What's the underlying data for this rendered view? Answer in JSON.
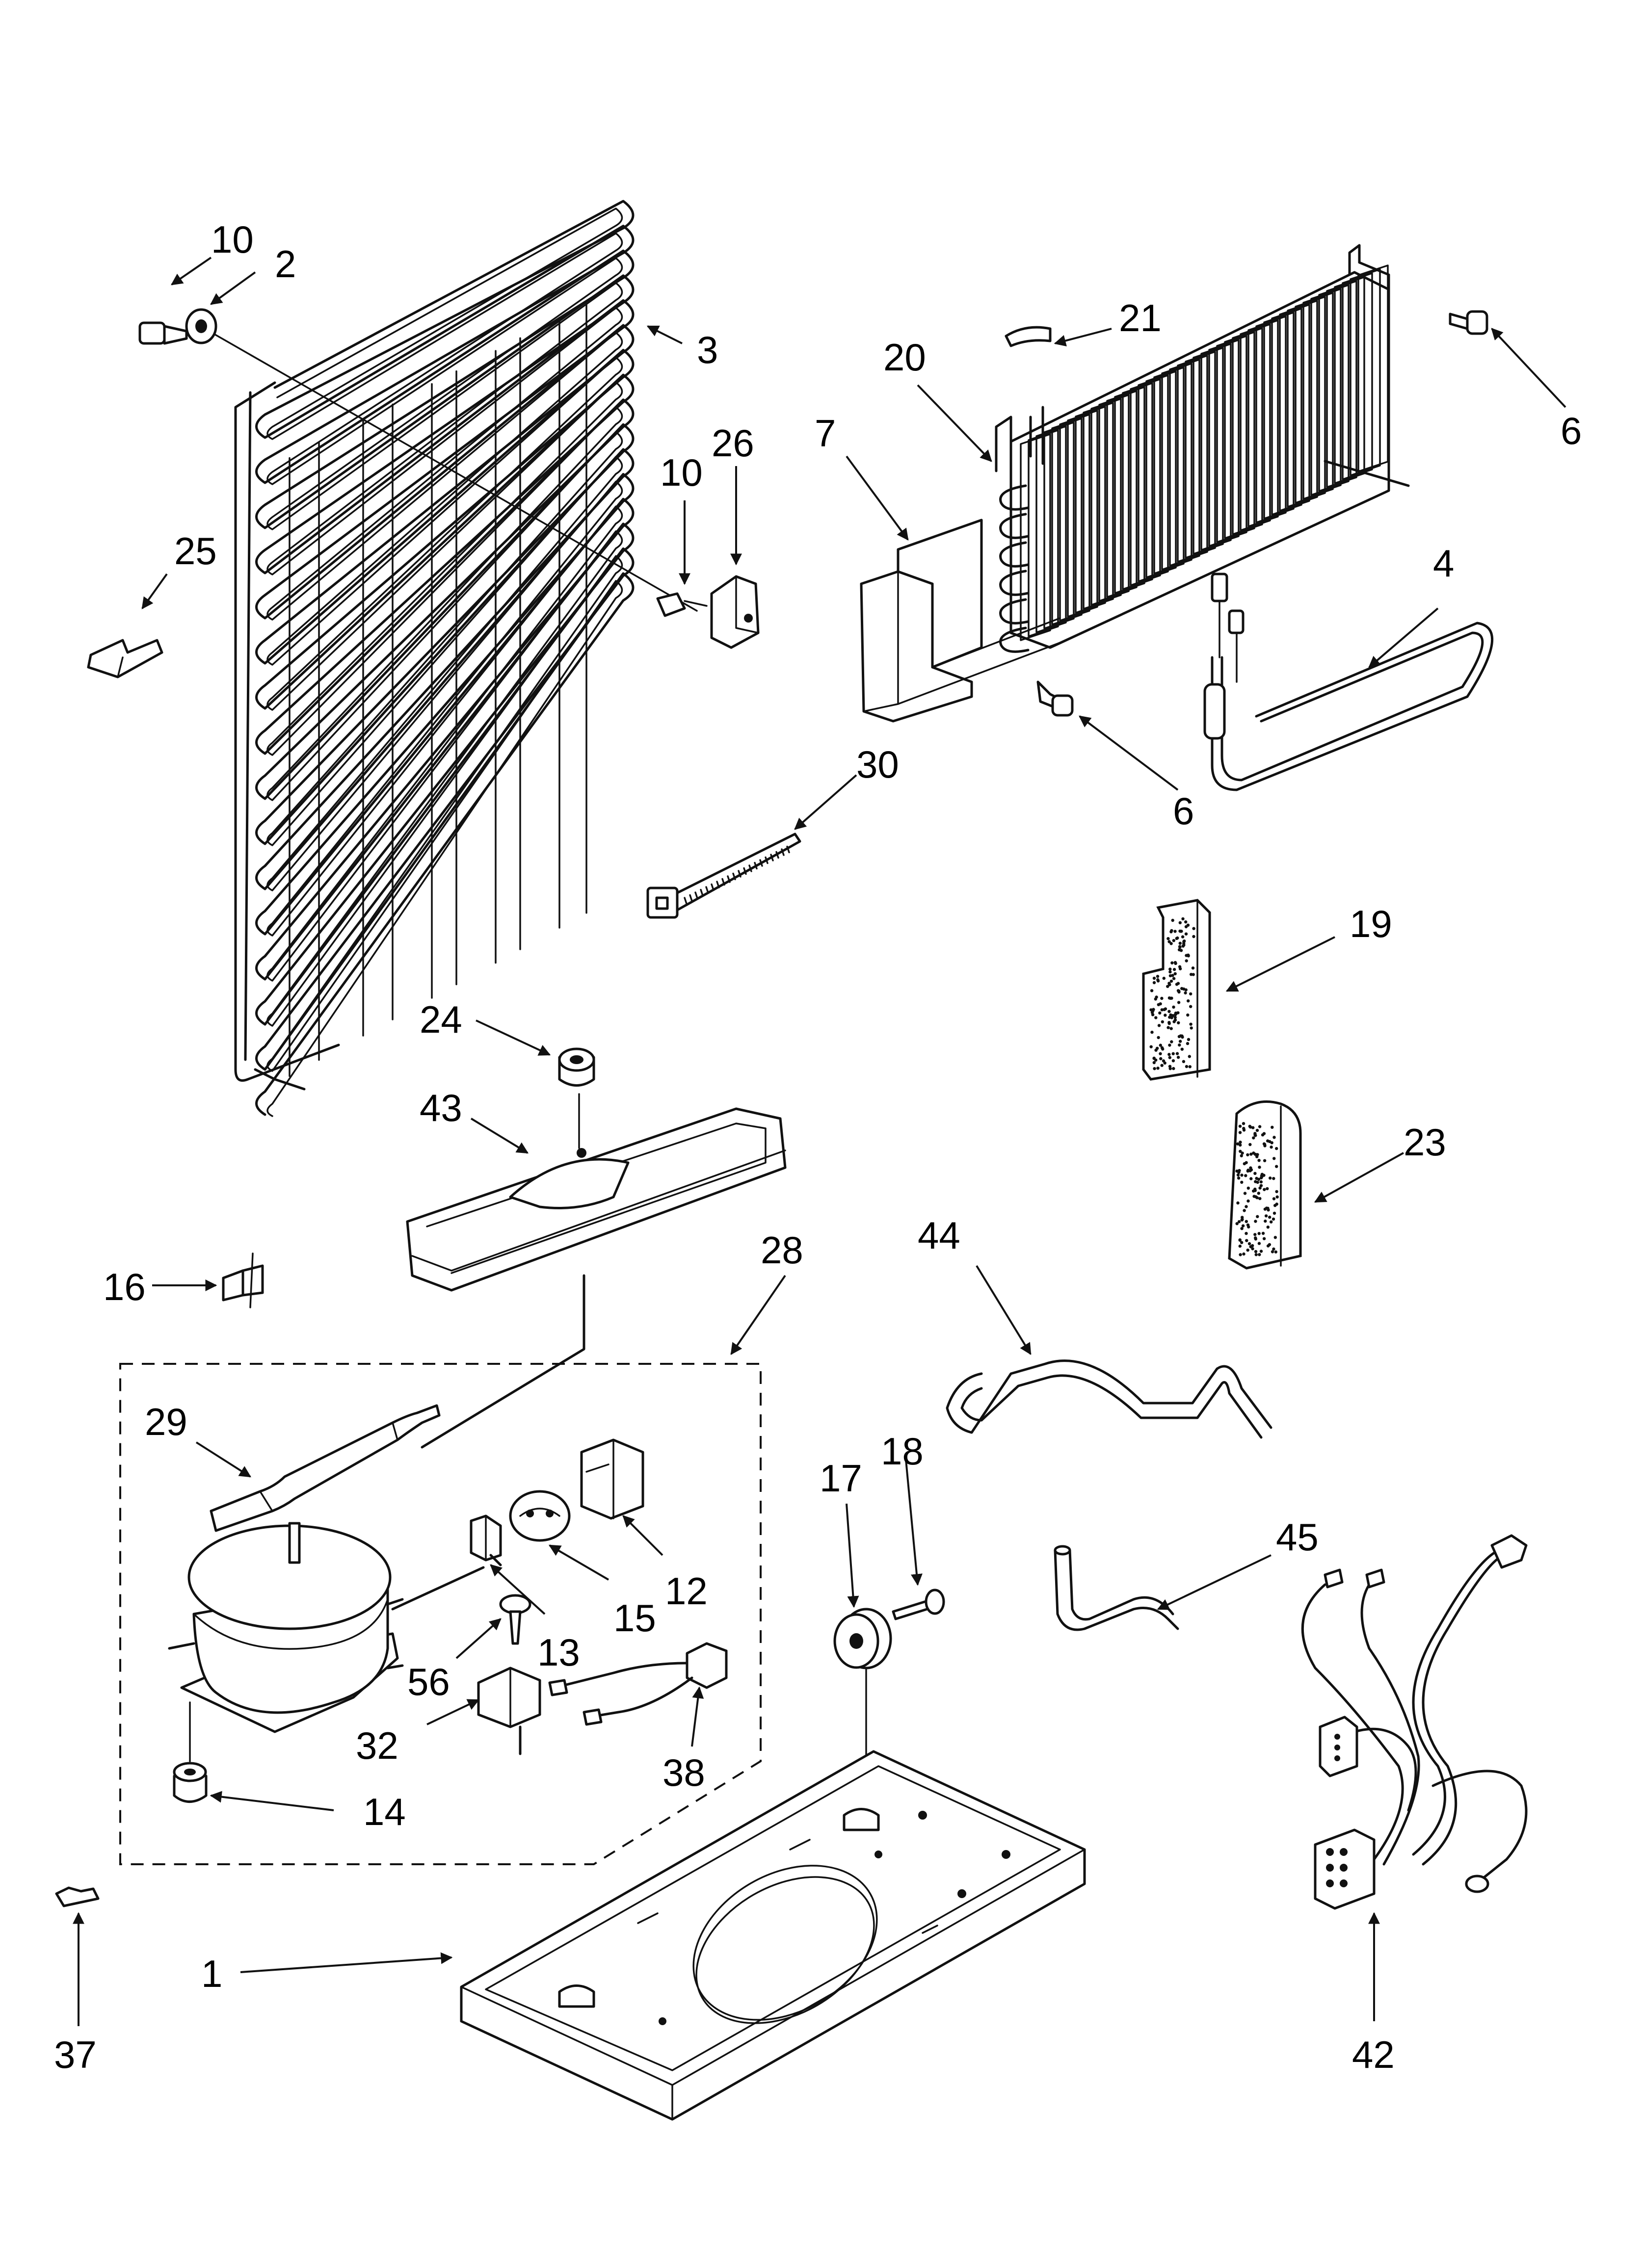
{
  "colors": {
    "ink": "#111111",
    "background": "#ffffff"
  },
  "callouts": [
    {
      "key": "c10a",
      "label": "10",
      "part": "screw"
    },
    {
      "key": "c2",
      "label": "2",
      "part": "grommet"
    },
    {
      "key": "c3",
      "label": "3",
      "part": "condenser-coil"
    },
    {
      "key": "c25",
      "label": "25",
      "part": "mounting-clip"
    },
    {
      "key": "c10b",
      "label": "10",
      "part": "screw"
    },
    {
      "key": "c26",
      "label": "26",
      "part": "bracket"
    },
    {
      "key": "c21",
      "label": "21",
      "part": "clip"
    },
    {
      "key": "c20",
      "label": "20",
      "part": "tube"
    },
    {
      "key": "c7",
      "label": "7",
      "part": "evaporator-tray"
    },
    {
      "key": "c6a",
      "label": "6",
      "part": "screw"
    },
    {
      "key": "c6b",
      "label": "6",
      "part": "screw"
    },
    {
      "key": "c4",
      "label": "4",
      "part": "defrost-heater"
    },
    {
      "key": "c30",
      "label": "30",
      "part": "cable-tie"
    },
    {
      "key": "c19",
      "label": "19",
      "part": "foam-block"
    },
    {
      "key": "c23",
      "label": "23",
      "part": "foam-block"
    },
    {
      "key": "c24",
      "label": "24",
      "part": "grommet"
    },
    {
      "key": "c43",
      "label": "43",
      "part": "drain-pan"
    },
    {
      "key": "c16",
      "label": "16",
      "part": "clip"
    },
    {
      "key": "c28",
      "label": "28",
      "part": "compressor-kit"
    },
    {
      "key": "c44",
      "label": "44",
      "part": "tube"
    },
    {
      "key": "c29",
      "label": "29",
      "part": "drier"
    },
    {
      "key": "c12",
      "label": "12",
      "part": "relay"
    },
    {
      "key": "c15",
      "label": "15",
      "part": "overload"
    },
    {
      "key": "c13",
      "label": "13",
      "part": "clip"
    },
    {
      "key": "c56",
      "label": "56",
      "part": "screw"
    },
    {
      "key": "c32",
      "label": "32",
      "part": "capacitor"
    },
    {
      "key": "c38",
      "label": "38",
      "part": "harness"
    },
    {
      "key": "c14",
      "label": "14",
      "part": "grommet"
    },
    {
      "key": "c17",
      "label": "17",
      "part": "roller"
    },
    {
      "key": "c18",
      "label": "18",
      "part": "screw"
    },
    {
      "key": "c45",
      "label": "45",
      "part": "tube"
    },
    {
      "key": "c42",
      "label": "42",
      "part": "wire-harness"
    },
    {
      "key": "c37",
      "label": "37",
      "part": "clip"
    },
    {
      "key": "c1",
      "label": "1",
      "part": "base-frame"
    }
  ]
}
